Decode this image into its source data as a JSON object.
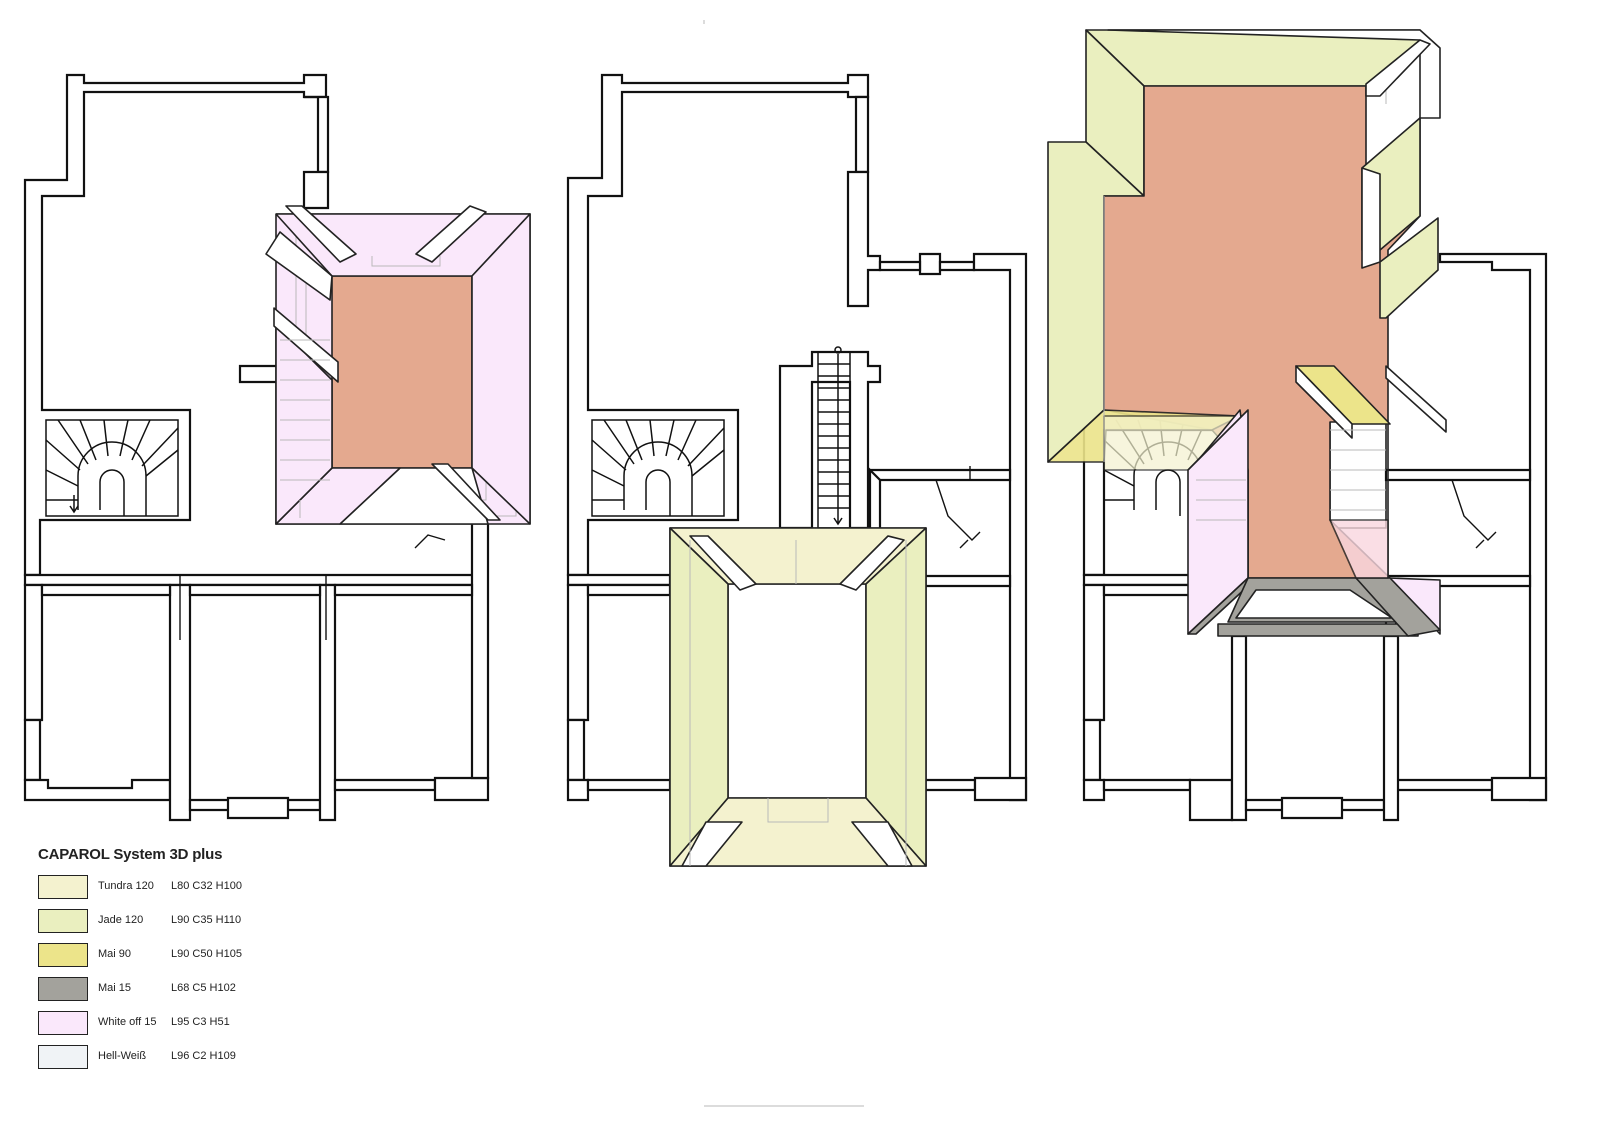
{
  "legend": {
    "title": "CAPAROL System 3D plus",
    "items": [
      {
        "name": "Tundra 120",
        "code": "L80 C32 H100",
        "color": "#f4f2cf"
      },
      {
        "name": "Jade 120",
        "code": "L90 C35 H110",
        "color": "#eaefbf"
      },
      {
        "name": "Mai 90",
        "code": "L90 C50 H105",
        "color": "#ece48a"
      },
      {
        "name": "Mai 15",
        "code": "L68 C5 H102",
        "color": "#a3a29c"
      },
      {
        "name": "White off 15",
        "code": "L95 C3 H51",
        "color": "#fae8fb"
      },
      {
        "name": "Hell-Weiß",
        "code": "L96 C2 H109",
        "color": "#f0f3f6"
      }
    ]
  },
  "colors": {
    "floor": "#e4a98f",
    "wall_outline": "#111111"
  }
}
